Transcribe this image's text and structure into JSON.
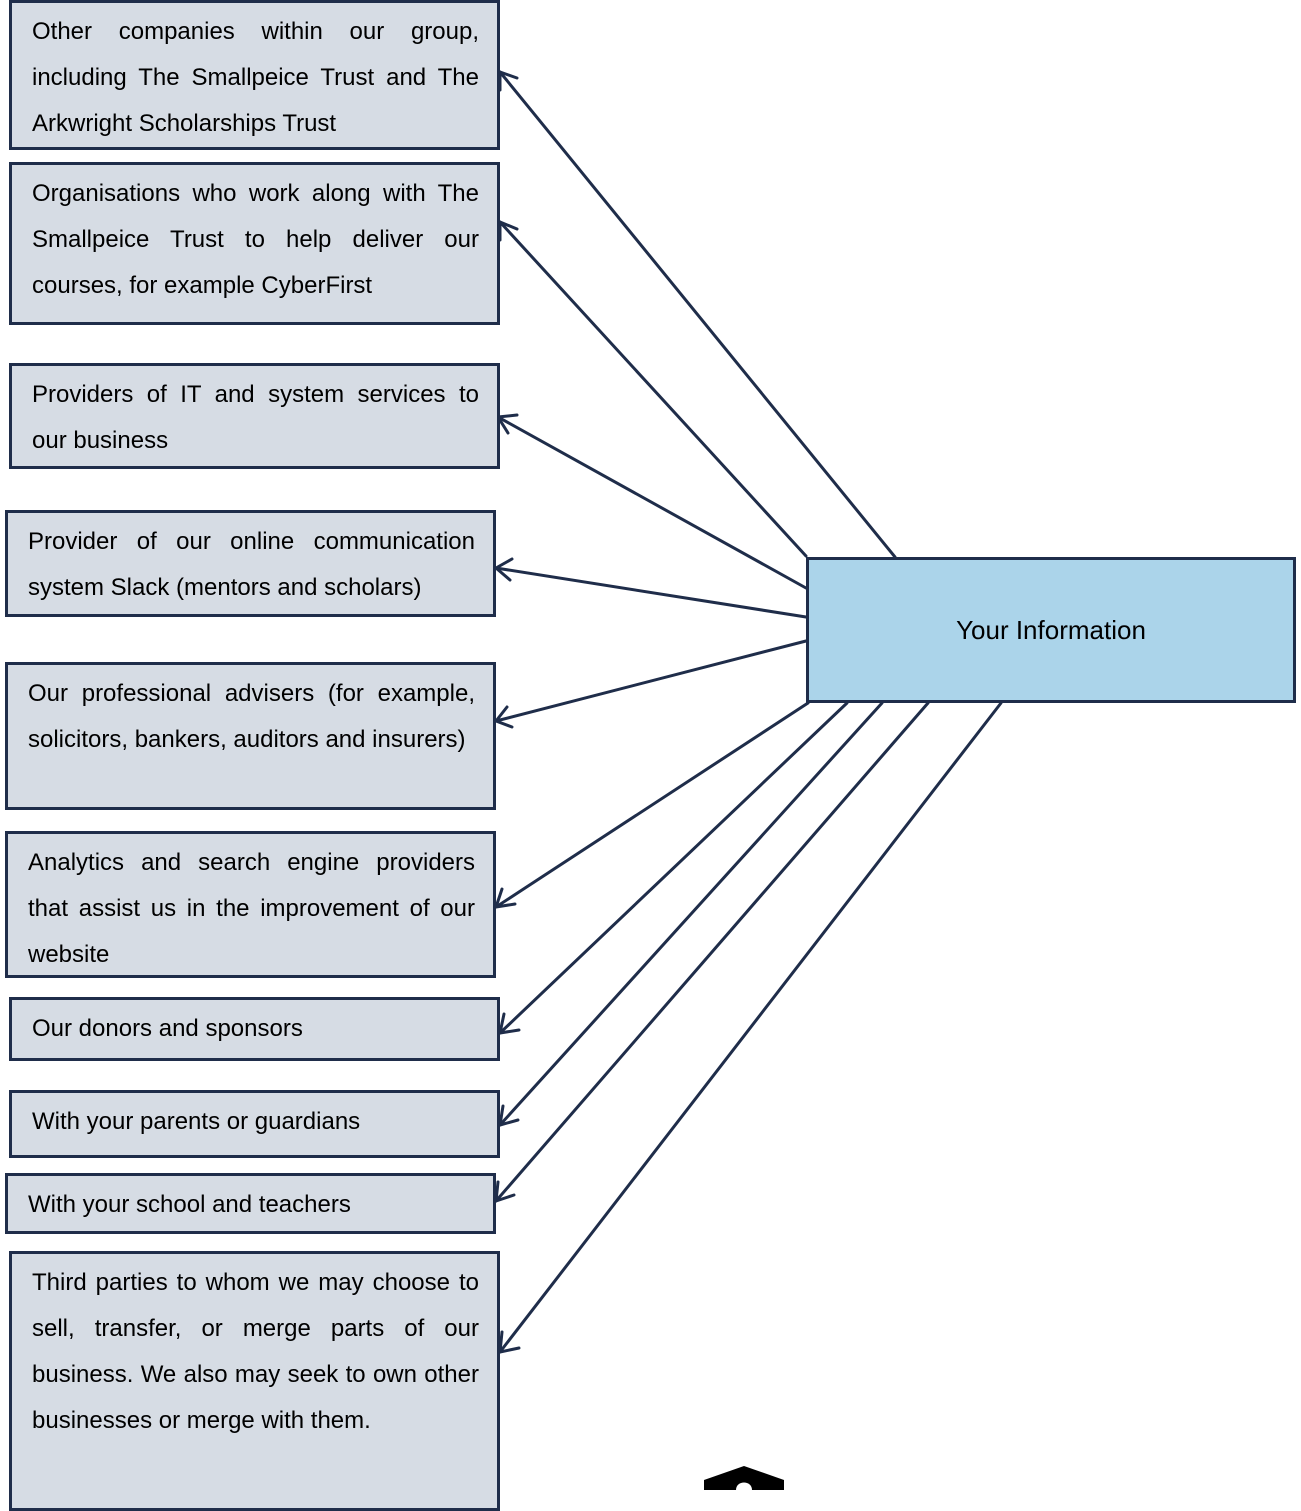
{
  "center_label": "Your Information",
  "recipients": [
    "Other companies within our group, including The Smallpeice Trust and The Arkwright Scholarships Trust",
    "Organisations who work along with The Smallpeice Trust to help deliver our courses, for example CyberFirst",
    "Providers of IT and system services to our business",
    "Provider of our online communication system Slack (mentors and scholars)",
    "Our professional advisers (for example, solicitors, bankers, auditors and insurers)",
    "Analytics and search engine providers that assist us in the improvement of our website",
    "Our donors and sponsors",
    "With your parents or guardians",
    "With your school and teachers",
    "Third parties to whom we may choose to sell, transfer, or merge parts of our business. We also may seek to own other businesses or merge with them."
  ],
  "colors": {
    "box_fill": "#d6dce4",
    "center_fill": "#abd4ea",
    "stroke": "#1f2d4a"
  },
  "logo_icon": "shield-logo-icon"
}
